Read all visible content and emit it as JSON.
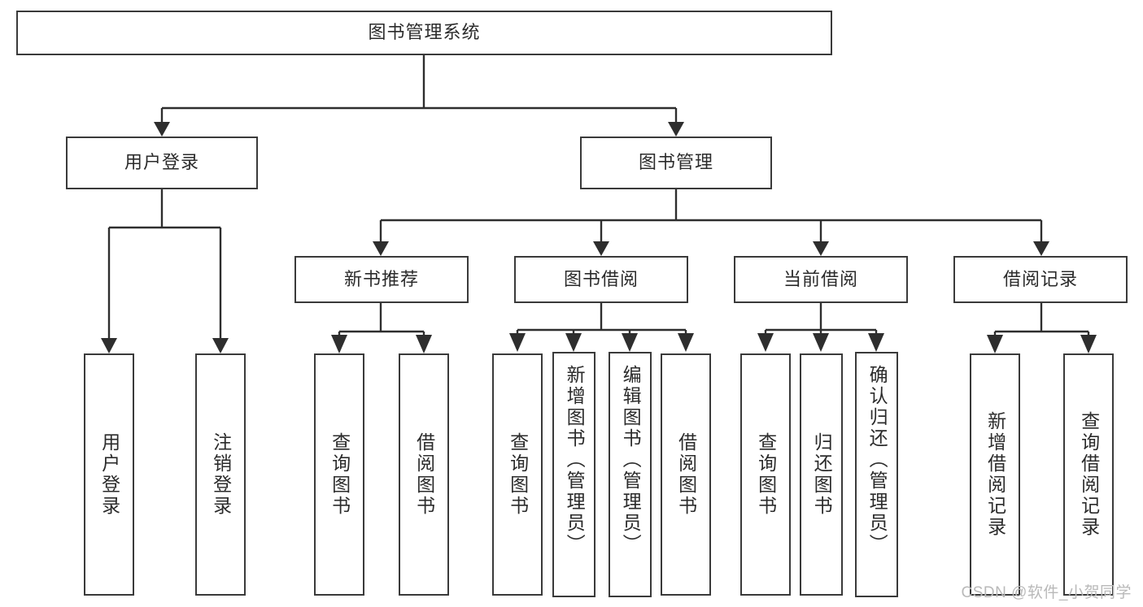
{
  "diagram": {
    "type": "tree-hierarchy",
    "title": "图书管理系统",
    "orientation": "top-down",
    "colors": {
      "box_border": "#3a3a3a",
      "box_fill": "#ffffff",
      "edge": "#2e2e2e",
      "text": "#2b2b2b",
      "watermark": "#b9b9b9"
    },
    "root": {
      "id": "root",
      "label": "图书管理系统",
      "orientation": "horizontal"
    },
    "level2": [
      {
        "id": "user-login",
        "label": "用户登录",
        "orientation": "horizontal"
      },
      {
        "id": "book-manage",
        "label": "图书管理",
        "orientation": "horizontal"
      }
    ],
    "level3": [
      {
        "id": "new-book-recommend",
        "label": "新书推荐",
        "orientation": "horizontal",
        "parent": "book-manage"
      },
      {
        "id": "book-borrow",
        "label": "图书借阅",
        "orientation": "horizontal",
        "parent": "book-manage"
      },
      {
        "id": "current-borrow",
        "label": "当前借阅",
        "orientation": "horizontal",
        "parent": "book-manage"
      },
      {
        "id": "borrow-record",
        "label": "借阅记录",
        "orientation": "horizontal",
        "parent": "book-manage"
      }
    ],
    "leaves": [
      {
        "id": "leaf-user-login",
        "label": "用户登录",
        "parent": "user-login",
        "orientation": "vertical"
      },
      {
        "id": "leaf-user-logout",
        "label": "注销登录",
        "parent": "user-login",
        "orientation": "vertical"
      },
      {
        "id": "leaf-query-book-1",
        "label": "查询图书",
        "parent": "new-book-recommend",
        "orientation": "vertical"
      },
      {
        "id": "leaf-borrow-book-1",
        "label": "借阅图书",
        "parent": "new-book-recommend",
        "orientation": "vertical"
      },
      {
        "id": "leaf-query-book-2",
        "label": "查询图书",
        "parent": "book-borrow",
        "orientation": "vertical"
      },
      {
        "id": "leaf-add-book",
        "label": "新增图书（管理员）",
        "parent": "book-borrow",
        "orientation": "vertical"
      },
      {
        "id": "leaf-edit-book",
        "label": "编辑图书（管理员）",
        "parent": "book-borrow",
        "orientation": "vertical"
      },
      {
        "id": "leaf-borrow-book-2",
        "label": "借阅图书",
        "parent": "book-borrow",
        "orientation": "vertical"
      },
      {
        "id": "leaf-query-book-3",
        "label": "查询图书",
        "parent": "current-borrow",
        "orientation": "vertical"
      },
      {
        "id": "leaf-return-book",
        "label": "归还图书",
        "parent": "current-borrow",
        "orientation": "vertical"
      },
      {
        "id": "leaf-confirm-return",
        "label": "确认归还（管理员）",
        "parent": "current-borrow",
        "orientation": "vertical"
      },
      {
        "id": "leaf-add-record",
        "label": "新增借阅记录",
        "parent": "borrow-record",
        "orientation": "vertical"
      },
      {
        "id": "leaf-query-record",
        "label": "查询借阅记录",
        "parent": "borrow-record",
        "orientation": "vertical"
      }
    ]
  },
  "watermark": {
    "text": "CSDN @软件_小贺同学"
  }
}
